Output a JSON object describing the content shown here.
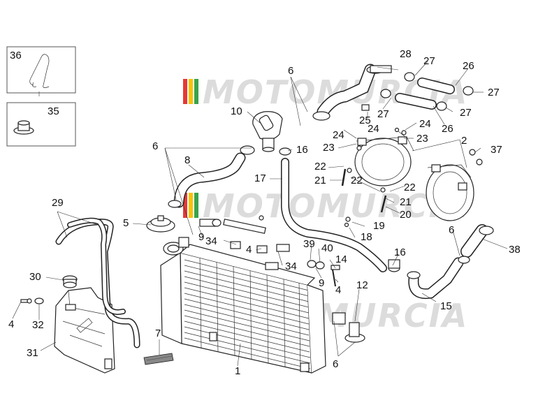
{
  "watermark": {
    "text": "MOTOMURCIA"
  },
  "inset_labels": {
    "a": "36",
    "b": "35"
  },
  "callouts": {
    "c1": "1",
    "c2": "2",
    "c4a": "4",
    "c4b": "4",
    "c4c": "4",
    "c5": "5",
    "c6a": "6",
    "c6b": "6",
    "c6c": "6",
    "c6d": "6",
    "c7": "7",
    "c8": "8",
    "c9a": "9",
    "c9b": "9",
    "c10": "10",
    "c12": "12",
    "c14": "14",
    "c15": "15",
    "c16a": "16",
    "c16b": "16",
    "c17": "17",
    "c18": "18",
    "c19": "19",
    "c20": "20",
    "c21a": "21",
    "c21b": "21",
    "c22a": "22",
    "c22b": "22",
    "c22c": "22",
    "c23a": "23",
    "c23b": "23",
    "c24a": "24",
    "c24b": "24",
    "c24c": "24",
    "c25": "25",
    "c26a": "26",
    "c26b": "26",
    "c27a": "27",
    "c27b": "27",
    "c27c": "27",
    "c27d": "27",
    "c28": "28",
    "c29": "29",
    "c30": "30",
    "c31": "31",
    "c32": "32",
    "c34a": "34",
    "c34b": "34",
    "c37": "37",
    "c38": "38",
    "c39": "39",
    "c40": "40"
  },
  "colors": {
    "logo_red": "#e53935",
    "logo_yellow": "#f7c200",
    "logo_green": "#3aa34a",
    "watermark": "#dcdcdc"
  }
}
